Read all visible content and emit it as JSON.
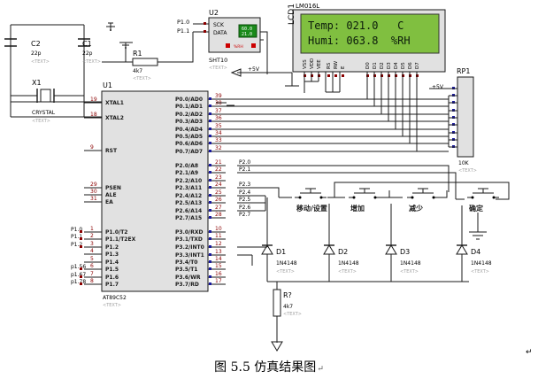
{
  "caption": {
    "text": "图 5.5  仿真结果图",
    "mark": "↵"
  },
  "page_mark": "↵",
  "text_tag": "<TEXT>",
  "lcd": {
    "ref": "LCD1",
    "model": "LM016L",
    "line1": "Temp: 021.0   C",
    "line2": "Humi: 063.8  %RH",
    "pins": [
      "VSS",
      "VDD",
      "VEE",
      "RS",
      "RW",
      "E",
      "D0",
      "D1",
      "D2",
      "D3",
      "D4",
      "D5",
      "D6",
      "D7"
    ]
  },
  "sensor": {
    "ref": "U2",
    "model": "SHT10",
    "pin_sck": "SCK",
    "pin_data": "DATA",
    "temp": "60.0",
    "hum": "21.0",
    "unit": "%RH",
    "net1": "P1.0",
    "net2": "P1.1"
  },
  "c2": {
    "ref": "C2",
    "value": "22p"
  },
  "c1": {
    "ref": "C1",
    "value": "22p"
  },
  "x1": {
    "ref": "X1",
    "model": "CRYSTAL"
  },
  "r1": {
    "ref": "R1",
    "value": "4k7"
  },
  "r2": {
    "ref": "R?",
    "value": "4k7"
  },
  "vcc": "+5V",
  "rp1": {
    "ref": "RP1",
    "value": "10K"
  },
  "mcu": {
    "ref": "U1",
    "model": "AT89C52",
    "left_pins": [
      {
        "num": "19",
        "name": "XTAL1"
      },
      {
        "num": "18",
        "name": "XTAL2"
      },
      {
        "num": "9",
        "name": "RST"
      },
      {
        "num": "29",
        "name": "PSEN"
      },
      {
        "num": "30",
        "name": "ALE"
      },
      {
        "num": "31",
        "name": "EA"
      },
      {
        "num": "1",
        "name": "P1.0/T2"
      },
      {
        "num": "2",
        "name": "P1.1/T2EX"
      },
      {
        "num": "3",
        "name": "P1.2"
      },
      {
        "num": "4",
        "name": "P1.3"
      },
      {
        "num": "5",
        "name": "P1.4"
      },
      {
        "num": "6",
        "name": "P1.5"
      },
      {
        "num": "7",
        "name": "P1.6"
      },
      {
        "num": "8",
        "name": "P1.7"
      }
    ],
    "p0_pins": [
      {
        "num": "39",
        "name": "P0.0/AD0"
      },
      {
        "num": "38",
        "name": "P0.1/AD1"
      },
      {
        "num": "37",
        "name": "P0.2/AD2"
      },
      {
        "num": "36",
        "name": "P0.3/AD3"
      },
      {
        "num": "35",
        "name": "P0.4/AD4"
      },
      {
        "num": "34",
        "name": "P0.5/AD5"
      },
      {
        "num": "33",
        "name": "P0.6/AD6"
      },
      {
        "num": "32",
        "name": "P0.7/AD7"
      }
    ],
    "p2_pins": [
      {
        "num": "21",
        "name": "P2.0/A8"
      },
      {
        "num": "22",
        "name": "P2.1/A9"
      },
      {
        "num": "23",
        "name": "P2.2/A10"
      },
      {
        "num": "24",
        "name": "P2.3/A11"
      },
      {
        "num": "25",
        "name": "P2.4/A12"
      },
      {
        "num": "26",
        "name": "P2.5/A13"
      },
      {
        "num": "27",
        "name": "P2.6/A14"
      },
      {
        "num": "28",
        "name": "P2.7/A15"
      }
    ],
    "p3_pins": [
      {
        "num": "10",
        "name": "P3.0/RXD"
      },
      {
        "num": "11",
        "name": "P3.1/TXD"
      },
      {
        "num": "12",
        "name": "P3.2/INT0"
      },
      {
        "num": "13",
        "name": "P3.3/INT1"
      },
      {
        "num": "14",
        "name": "P3.4/T0"
      },
      {
        "num": "15",
        "name": "P3.5/T1"
      },
      {
        "num": "16",
        "name": "P3.6/WR"
      },
      {
        "num": "17",
        "name": "P3.7/RD"
      }
    ],
    "p1_nets": [
      "P1.0",
      "P1.1",
      "P1.2",
      "p1.56",
      "p1.67",
      "p1.78"
    ],
    "p2_nets": [
      "P2.0",
      "P2.1",
      "P2.3",
      "P2.4",
      "P2.5",
      "P2.6",
      "P2.7"
    ]
  },
  "buttons": [
    {
      "label": "移动/设置"
    },
    {
      "label": "增加"
    },
    {
      "label": "减少"
    },
    {
      "label": "确定"
    }
  ],
  "diodes": [
    {
      "ref": "D1",
      "model": "1N4148"
    },
    {
      "ref": "D2",
      "model": "1N4148"
    },
    {
      "ref": "D3",
      "model": "1N4148"
    },
    {
      "ref": "D4",
      "model": "1N4148"
    }
  ]
}
